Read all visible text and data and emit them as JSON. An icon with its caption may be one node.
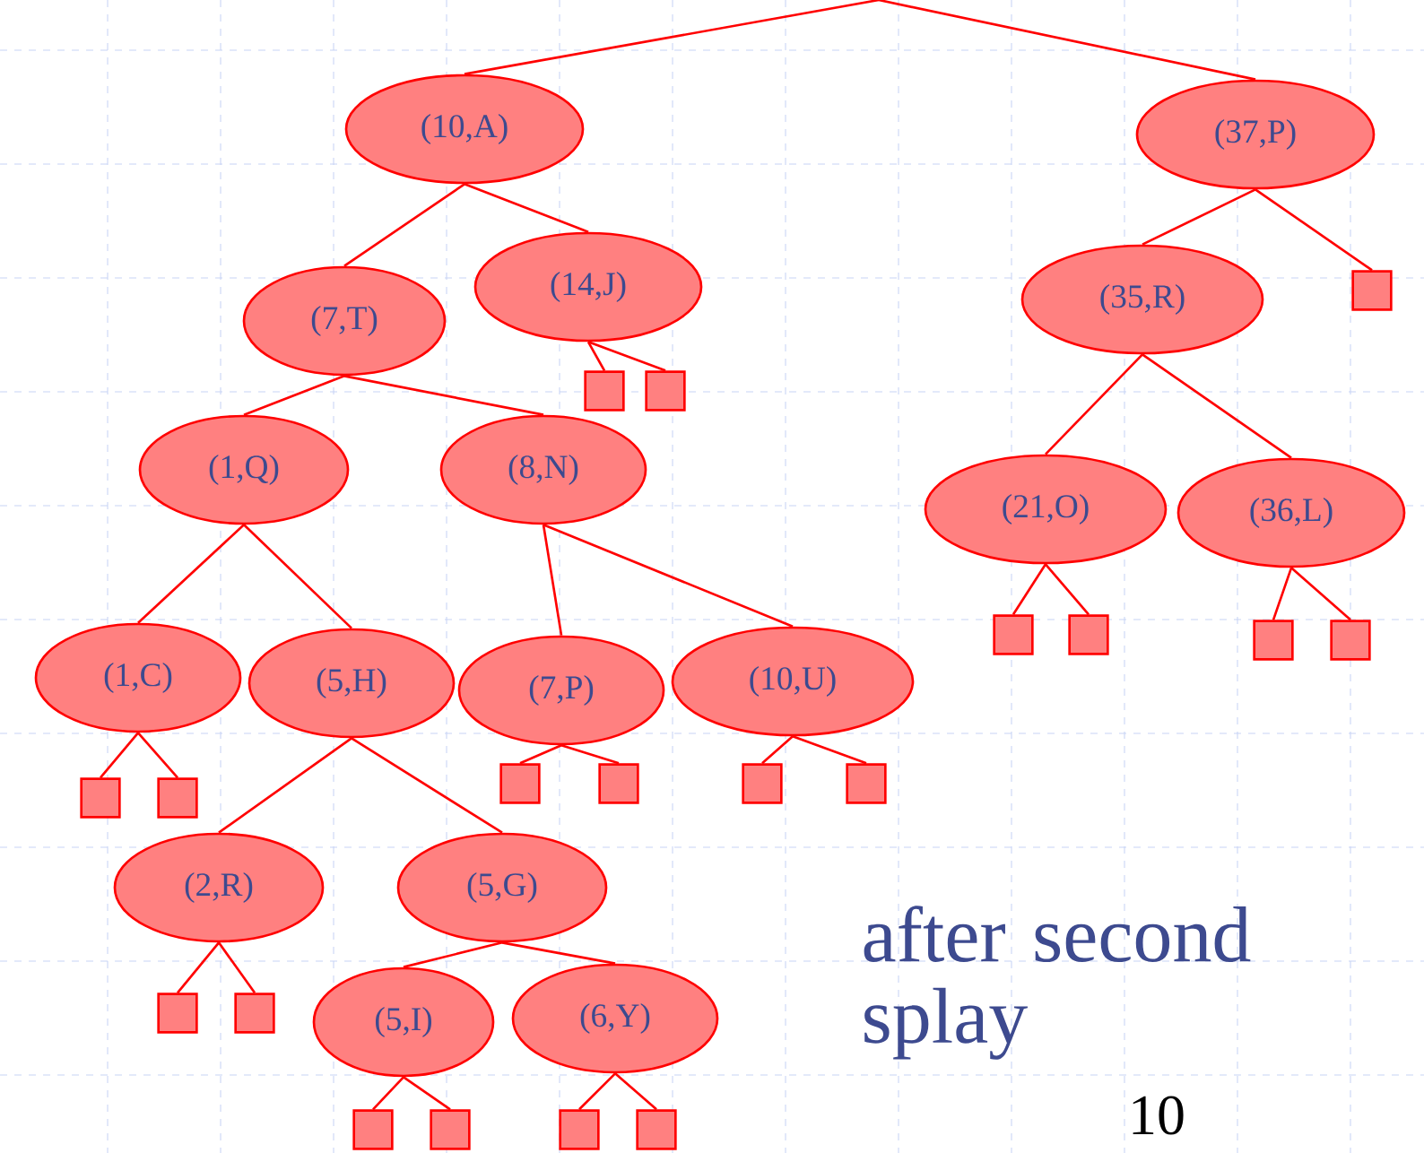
{
  "diagram": {
    "nodes": [
      {
        "text": [
          "(10,A)"
        ]
      },
      {
        "text": [
          "(37,P)"
        ]
      },
      {
        "text": [
          "(14,J)"
        ]
      },
      {
        "text": [
          "(35,R)"
        ]
      },
      {
        "text": [],
        "shape": "box"
      },
      {
        "text": [
          "(7,T)"
        ]
      },
      {
        "text": [],
        "shape": "box"
      },
      {
        "text": [],
        "shape": "box"
      },
      {
        "text": [
          "(1,Q)"
        ]
      },
      {
        "text": [
          "(8,N)"
        ]
      },
      {
        "text": [
          "(21,O)"
        ]
      },
      {
        "text": [
          "(36,L)"
        ]
      },
      {
        "text": [],
        "shape": "box"
      },
      {
        "text": [],
        "shape": "box"
      },
      {
        "text": [],
        "shape": "box"
      },
      {
        "text": [],
        "shape": "box"
      },
      {
        "text": [
          "(1,C)"
        ]
      },
      {
        "text": [
          "(5,H)"
        ]
      },
      {
        "text": [
          "(7,P)"
        ]
      },
      {
        "text": [
          "(10,U)"
        ]
      },
      {
        "text": [],
        "shape": "box"
      },
      {
        "text": [],
        "shape": "box"
      },
      {
        "text": [],
        "shape": "box"
      },
      {
        "text": [],
        "shape": "box"
      },
      {
        "text": [],
        "shape": "box"
      },
      {
        "text": [],
        "shape": "box"
      },
      {
        "text": [
          "(2,R)"
        ]
      },
      {
        "text": [
          "(5,G)"
        ]
      },
      {
        "text": [],
        "shape": "box"
      },
      {
        "text": [],
        "shape": "box"
      },
      {
        "text": [
          "(5,I)"
        ]
      },
      {
        "text": [
          "(6,Y)"
        ]
      },
      {
        "text": [],
        "shape": "box"
      },
      {
        "text": [],
        "shape": "box"
      },
      {
        "text": [],
        "shape": "box"
      },
      {
        "text": [],
        "shape": "box"
      }
    ],
    "edges": [
      {
        "from": null,
        "to": 0,
        "arrow": "none"
      },
      {
        "from": null,
        "to": 1,
        "arrow": "none"
      },
      {
        "from": 0,
        "to": 5,
        "arrow": "none"
      },
      {
        "from": 0,
        "to": 2,
        "arrow": "none"
      },
      {
        "from": 1,
        "to": 3,
        "arrow": "none"
      },
      {
        "from": 1,
        "to": 4,
        "arrow": "none"
      },
      {
        "from": 2,
        "to": 6,
        "arrow": "none"
      },
      {
        "from": 2,
        "to": 7,
        "arrow": "none"
      },
      {
        "from": 5,
        "to": 8,
        "arrow": "none"
      },
      {
        "from": 5,
        "to": 9,
        "arrow": "none"
      },
      {
        "from": 3,
        "to": 10,
        "arrow": "none"
      },
      {
        "from": 3,
        "to": 11,
        "arrow": "none"
      },
      {
        "from": 10,
        "to": 12,
        "arrow": "none"
      },
      {
        "from": 10,
        "to": 13,
        "arrow": "none"
      },
      {
        "from": 11,
        "to": 14,
        "arrow": "none"
      },
      {
        "from": 11,
        "to": 15,
        "arrow": "none"
      },
      {
        "from": 8,
        "to": 16,
        "arrow": "none"
      },
      {
        "from": 8,
        "to": 17,
        "arrow": "none"
      },
      {
        "from": 9,
        "to": 18,
        "arrow": "none"
      },
      {
        "from": 9,
        "to": 19,
        "arrow": "none"
      },
      {
        "from": 16,
        "to": 20,
        "arrow": "none"
      },
      {
        "from": 16,
        "to": 21,
        "arrow": "none"
      },
      {
        "from": 18,
        "to": 22,
        "arrow": "none"
      },
      {
        "from": 18,
        "to": 23,
        "arrow": "none"
      },
      {
        "from": 19,
        "to": 24,
        "arrow": "none"
      },
      {
        "from": 19,
        "to": 25,
        "arrow": "none"
      },
      {
        "from": 17,
        "to": 26,
        "arrow": "none"
      },
      {
        "from": 17,
        "to": 27,
        "arrow": "none"
      },
      {
        "from": 26,
        "to": 28,
        "arrow": "none"
      },
      {
        "from": 26,
        "to": 29,
        "arrow": "none"
      },
      {
        "from": 27,
        "to": 30,
        "arrow": "none"
      },
      {
        "from": 27,
        "to": 31,
        "arrow": "none"
      },
      {
        "from": 30,
        "to": 32,
        "arrow": "none"
      },
      {
        "from": 30,
        "to": 33,
        "arrow": "none"
      },
      {
        "from": 31,
        "to": 34,
        "arrow": "none"
      },
      {
        "from": 31,
        "to": 35,
        "arrow": "none"
      }
    ],
    "labels": [
      "after second splay",
      "10"
    ]
  }
}
